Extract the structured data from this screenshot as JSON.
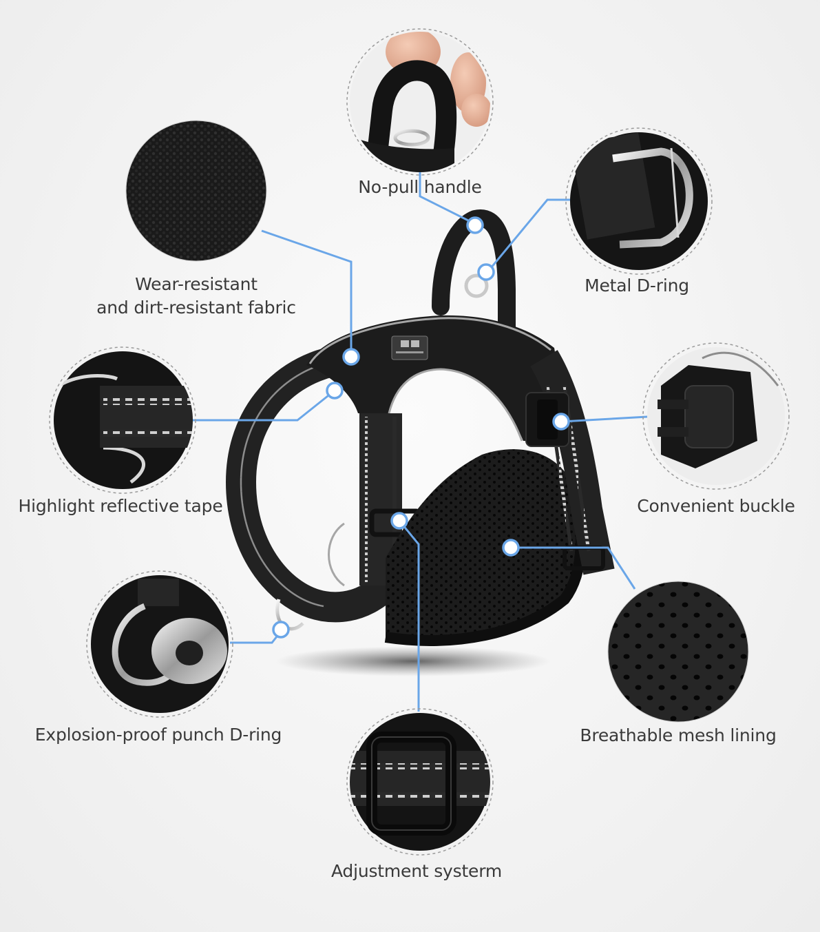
{
  "features": {
    "fabric": {
      "line1": "Wear-resistant",
      "line2": "and dirt-resistant fabric"
    },
    "handle": {
      "label": "No-pull handle"
    },
    "metal_dring": {
      "label": "Metal D-ring"
    },
    "tape": {
      "label": "Highlight reflective tape"
    },
    "buckle": {
      "label": "Convenient buckle"
    },
    "punch_dring": {
      "label": "Explosion-proof punch D-ring"
    },
    "mesh": {
      "label": "Breathable mesh lining"
    },
    "adjust": {
      "label": "Adjustment systerm"
    }
  },
  "colors": {
    "callout_line": "#6aa6e8",
    "harness": "#1e1e1e",
    "reflective": "#bdbdbd",
    "text": "#3a3a3a"
  }
}
